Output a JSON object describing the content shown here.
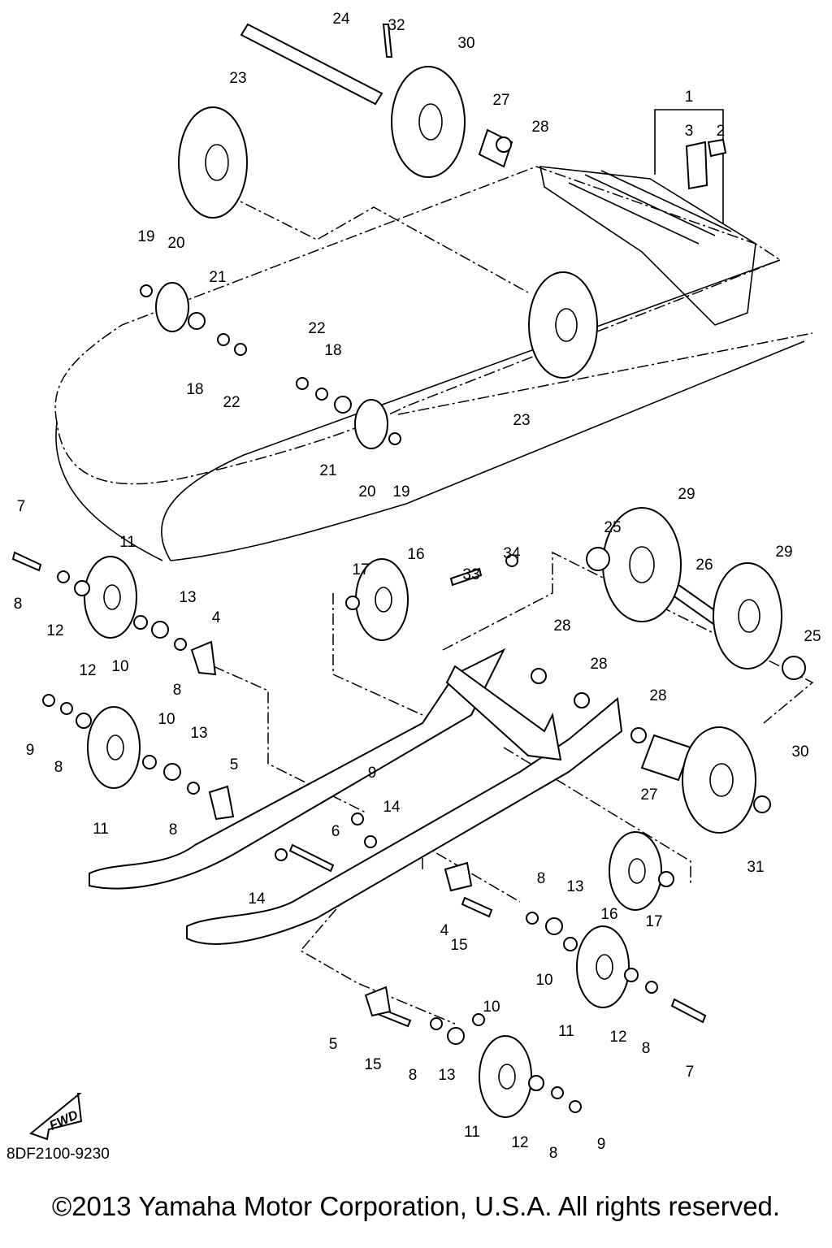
{
  "diagram_code": "8DF2100-9230",
  "fwd_label": "FWD",
  "copyright": "©2013 Yamaha Motor Corporation, U.S.A. All rights reserved.",
  "callouts": [
    "24",
    "32",
    "30",
    "23",
    "27",
    "28",
    "1",
    "3",
    "2",
    "19",
    "20",
    "21",
    "18",
    "22",
    "22",
    "18",
    "23",
    "21",
    "20",
    "19",
    "7",
    "11",
    "29",
    "25",
    "26",
    "29",
    "17",
    "16",
    "33",
    "34",
    "8",
    "12",
    "13",
    "4",
    "10",
    "8",
    "28",
    "28",
    "25",
    "12",
    "28",
    "30",
    "9",
    "8",
    "10",
    "13",
    "5",
    "9",
    "14",
    "6",
    "27",
    "11",
    "8",
    "31",
    "14",
    "8",
    "13",
    "4",
    "15",
    "16",
    "17",
    "10",
    "10",
    "11",
    "12",
    "8",
    "5",
    "15",
    "8",
    "13",
    "7",
    "11",
    "12",
    "8",
    "9"
  ]
}
